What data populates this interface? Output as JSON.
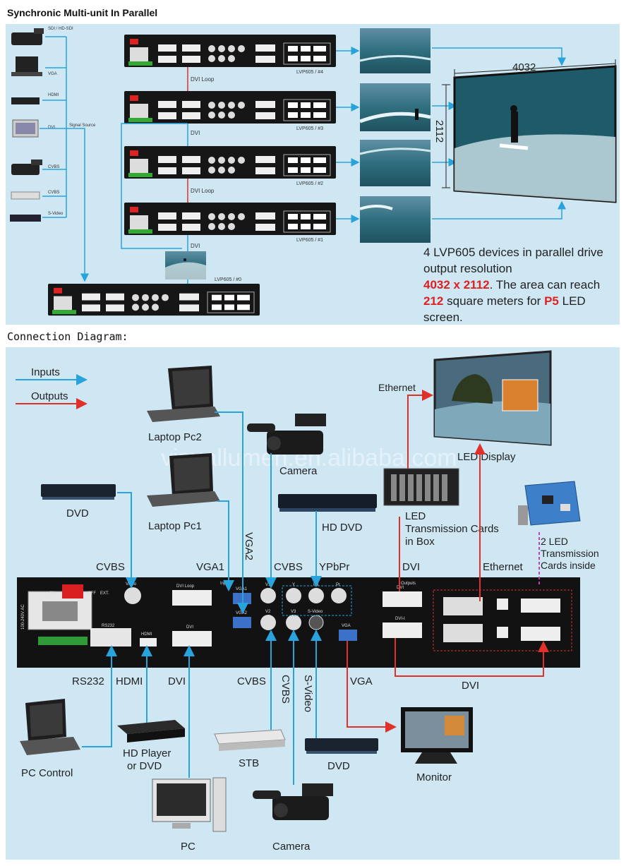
{
  "top": {
    "title": "Synchronic Multi-unit In Parallel",
    "sources": [
      "SDI / HD-SDI",
      "VGA",
      "HDMI",
      "DVI",
      "CVBS",
      "CVBS",
      "S-Video"
    ],
    "signal_source_label": "Signal Source",
    "units": [
      {
        "label": "LVP605 / #4",
        "link": "DVI Loop"
      },
      {
        "label": "LVP605 / #3",
        "link": "DVI"
      },
      {
        "label": "LVP605 / #2",
        "link": "DVI Loop"
      },
      {
        "label": "LVP605 / #1",
        "link": "DVI"
      }
    ],
    "master_label": "LVP605 / #0",
    "width_label": "4032",
    "height_label": "2112",
    "caption": {
      "part1": "4 LVP605 devices in parallel drive output resolution",
      "resolution": "4032 x 2112",
      "part2": ". The area can reach",
      "area": "212",
      "part3": "square meters for",
      "pitch": "P5",
      "part4": "LED screen."
    }
  },
  "bottom": {
    "title": "Connection Diagram:",
    "legend": {
      "inputs": "Inputs",
      "outputs": "Outputs"
    },
    "watermark": "visuallumen.en.alibaba.com",
    "devices": {
      "laptop2": "Laptop Pc2",
      "camera_top": "Camera",
      "laptop1": "Laptop Pc1",
      "dvd_top": "DVD",
      "hd_dvd": "HD DVD",
      "led_box": "LED Transmission Cards in Box",
      "led_display": "LED Display",
      "ethernet_top": "Ethernet",
      "cards_inside": "2 LED Transmission Cards inside",
      "pc_control": "PC Control",
      "hd_player": "HD Player or DVD",
      "pc": "PC",
      "stb": "STB",
      "camera_bottom": "Camera",
      "dvd_bottom": "DVD",
      "monitor": "Monitor"
    },
    "signals": {
      "cvbs_top": "CVBS",
      "vga1": "VGA1",
      "vga2": "VGA2",
      "cvbs_mid": "CVBS",
      "ypbpr": "YPbPr",
      "dvi_out": "DVI",
      "ethernet": "Ethernet",
      "rs232": "RS232",
      "hdmi": "HDMI",
      "dvi_in": "DVI",
      "cvbs_b1": "CVBS",
      "cvbs_b2": "CVBS",
      "svideo": "S-Video",
      "vga_out": "VGA",
      "dvi_bottom": "DVI"
    },
    "panel": {
      "on": "ON",
      "off": "OFF",
      "ext": "EXT.",
      "video": "Video",
      "dvi_loop": "DVI Loop",
      "dvi": "DVI",
      "hdmi": "HDMI",
      "rs232": "RS232",
      "inputs": "Inputs",
      "outputs": "Outputs",
      "vga1": "VGA1",
      "vga2": "VGA2",
      "v1": "V1",
      "v2": "V2",
      "v3": "V3",
      "y": "Y",
      "pb": "Pb",
      "pr": "Pr",
      "svideo": "S-Video",
      "vga": "VGA",
      "dvi_i": "DVI-I",
      "power": "100-240V AC"
    }
  },
  "colors": {
    "input": "#29a3dc",
    "output": "#e0302a",
    "panel_bg": "#cfe7f3",
    "device": "#1a1a1a"
  }
}
